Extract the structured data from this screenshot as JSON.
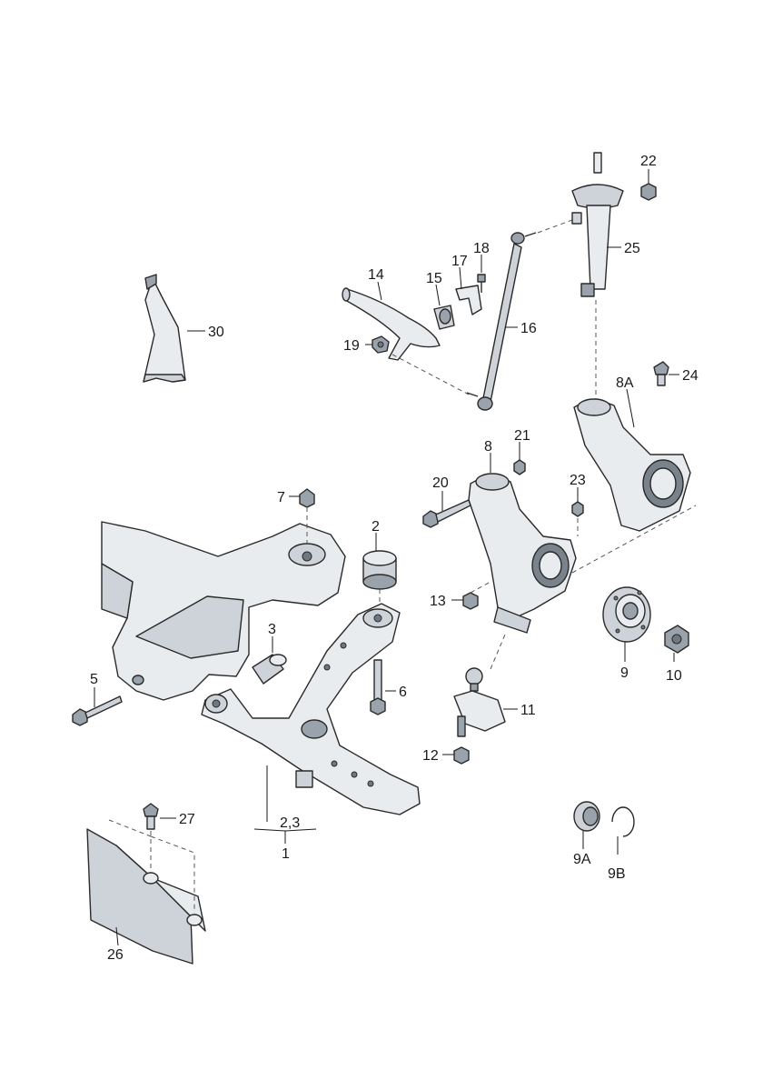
{
  "diagram": {
    "callouts": {
      "c1": "1",
      "c2": "2",
      "c2_3": "2,3",
      "c3": "3",
      "c5": "5",
      "c6": "6",
      "c7": "7",
      "c8": "8",
      "c8A": "8A",
      "c9": "9",
      "c9A": "9A",
      "c9B": "9B",
      "c10": "10",
      "c11": "11",
      "c12": "12",
      "c13": "13",
      "c14": "14",
      "c15": "15",
      "c16": "16",
      "c17": "17",
      "c18": "18",
      "c19": "19",
      "c20": "20",
      "c21": "21",
      "c22": "22",
      "c23": "23",
      "c24": "24",
      "c25": "25",
      "c26": "26",
      "c27": "27",
      "c30": "30"
    }
  }
}
